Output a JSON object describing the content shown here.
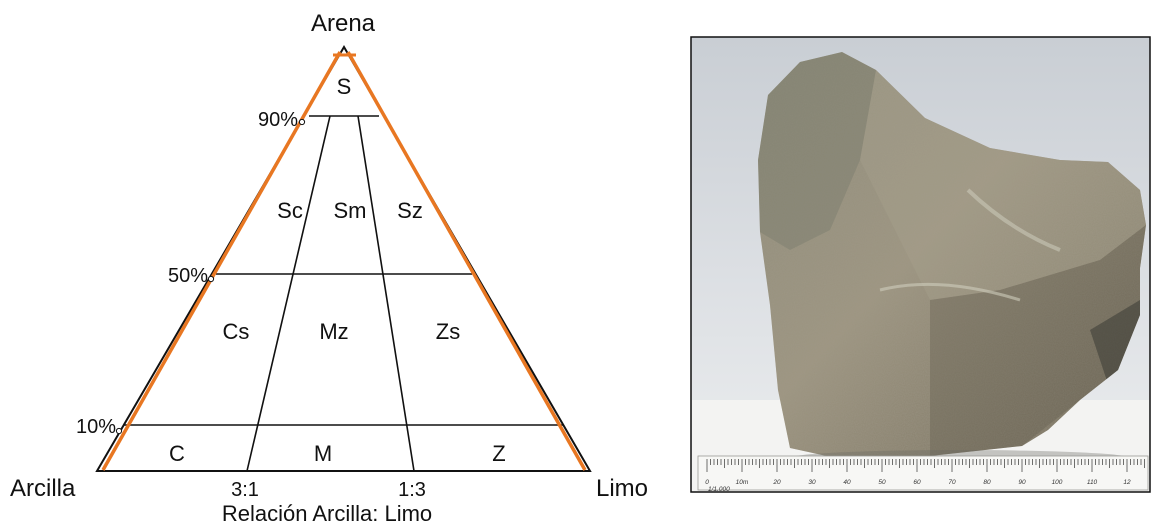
{
  "ternary": {
    "vertex_top": "Arena",
    "vertex_left": "Arcilla",
    "vertex_right": "Limo",
    "pct_90": "90%",
    "pct_50": "50%",
    "pct_10": "10%",
    "ratio_1": "3:1",
    "ratio_2": "1:3",
    "axis_title": "Relación Arcilla: Limo",
    "fields": {
      "S": "S",
      "Sc": "Sc",
      "Sm": "Sm",
      "Sz": "Sz",
      "Cs": "Cs",
      "Mz": "Mz",
      "Zs": "Zs",
      "C": "C",
      "M": "M",
      "Z": "Z"
    },
    "highlight_color": "#E87722"
  },
  "photo": {
    "scale_numbers": [
      "0",
      "10m",
      "20",
      "30",
      "40",
      "50",
      "60",
      "70",
      "80",
      "90",
      "100",
      "110",
      "12"
    ],
    "scale_caption": "1/1.000"
  }
}
